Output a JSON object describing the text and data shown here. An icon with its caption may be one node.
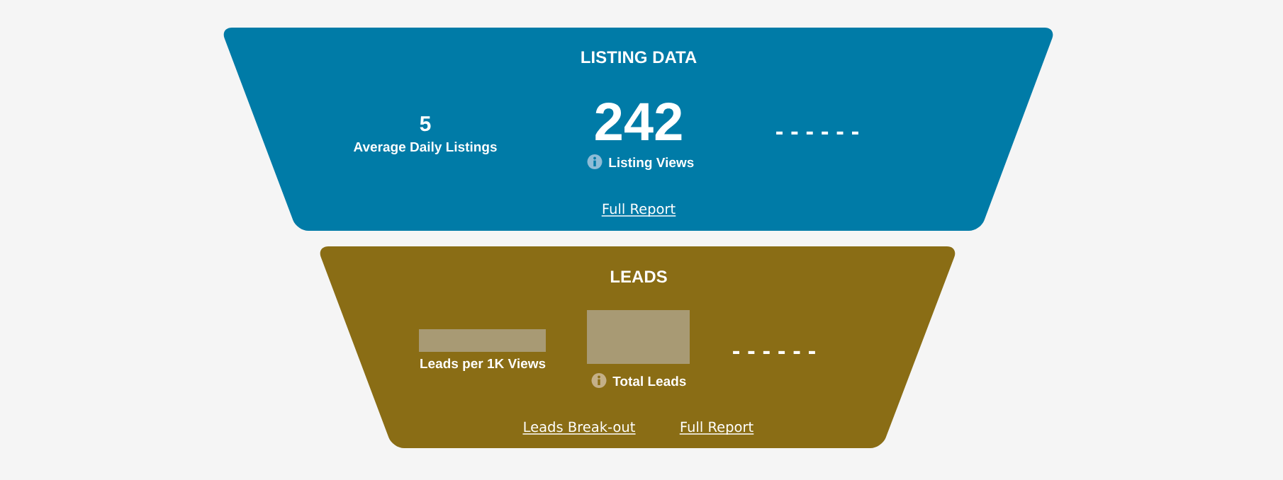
{
  "diagram": {
    "nodes": [
      {
        "text": [
          "LISTING DATA",
          "5",
          "Average Daily Listings",
          "242",
          "Listing Views",
          "- - - - - -",
          "Full Report"
        ]
      },
      {
        "text": [
          "LEADS",
          "Leads per 1K Views",
          "Total Leads",
          "- - - - - -",
          "Leads Break-out",
          "Full Report"
        ]
      }
    ]
  }
}
